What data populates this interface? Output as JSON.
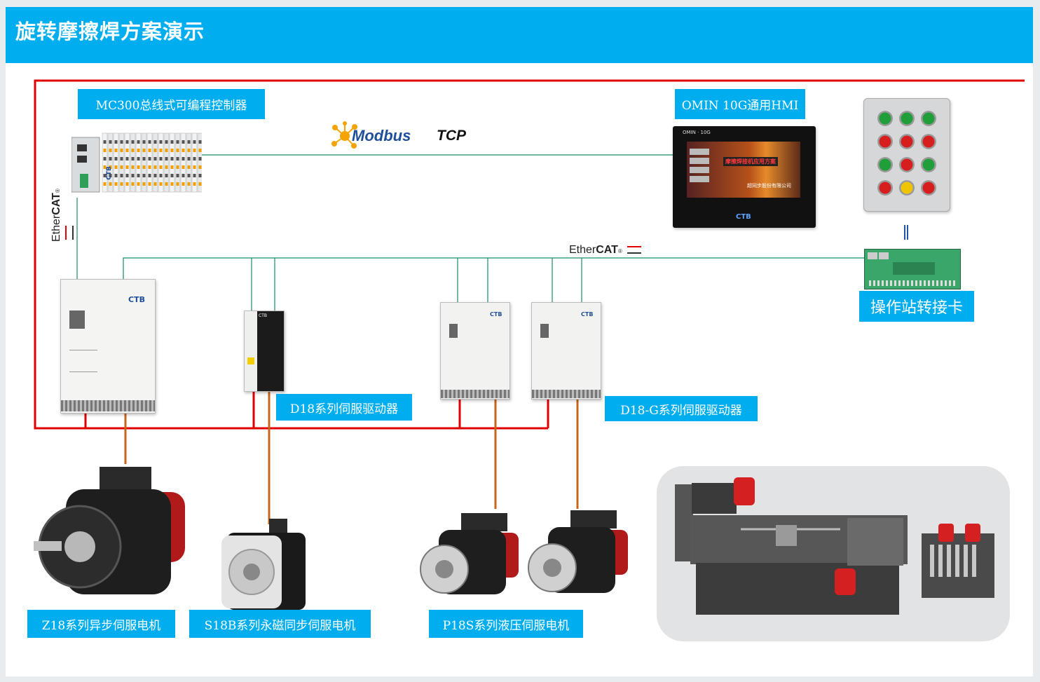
{
  "header": {
    "title": "旋转摩擦焊方案演示"
  },
  "labels": {
    "plc": "MC300总线式可编程控制器",
    "hmi": "OMIN  10G通用HMI",
    "d18": "D18系列伺服驱动器",
    "d18g": "D18-G系列伺服驱动器",
    "z18": "Z18系列异步伺服电机",
    "s18b": "S18B系列永磁同步伺服电机",
    "p18s": "P18S系列液压伺服电机",
    "station": "操作站转接卡"
  },
  "protocols": {
    "modbus_word": "Modbus",
    "modbus_tcp": "TCP",
    "ethercat_ether": "Ether",
    "ethercat_cat": "CAT",
    "reg": "®"
  },
  "devices": {
    "brand": "CTB",
    "hmi_model": "OMIN · 10G",
    "hmi_screen_banner": "摩擦焊接机应用方案",
    "hmi_screen_company": "超同步股份有限公司"
  },
  "colors": {
    "header": "#00aeef",
    "power_line": "#e00000",
    "comm_line": "#1a8a6a",
    "motor_cable": "#c8651a"
  },
  "buttons_grid": [
    "green",
    "green",
    "green",
    "red",
    "red",
    "red",
    "green",
    "red",
    "green",
    "red",
    "yellow",
    "red"
  ]
}
